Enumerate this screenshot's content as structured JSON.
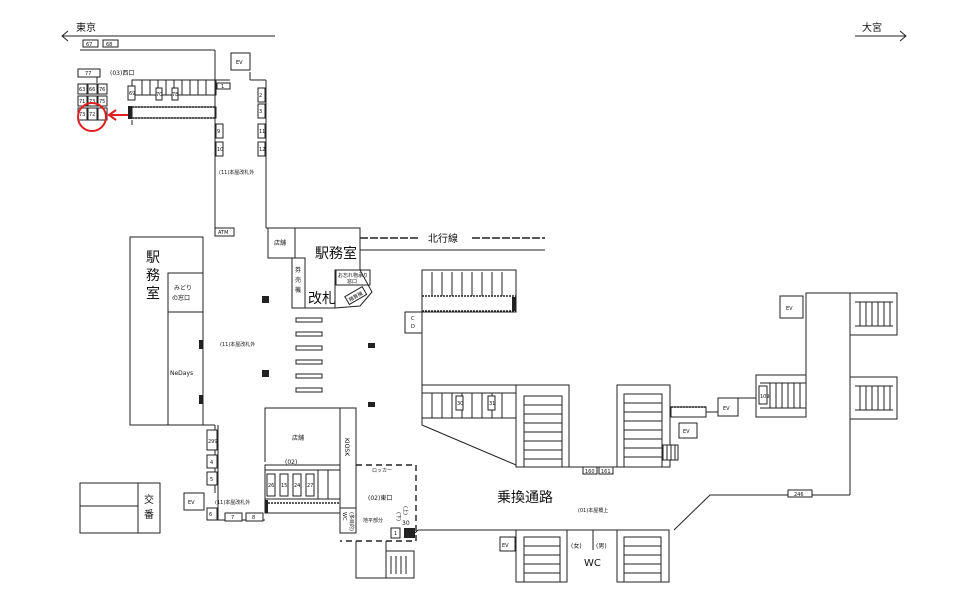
{
  "directions": {
    "left": "東京",
    "right": "大宮"
  },
  "rooms": {
    "station_office_west": "駅\n務\n室",
    "station_office_west_chars": [
      "駅",
      "務",
      "室"
    ],
    "midori_1": "みどり",
    "midori_2": "の窓口",
    "newdays": "NeDays",
    "shop_north": "店舗",
    "station_office_center": "駅務室",
    "ticket_machine_chars": [
      "券",
      "売",
      "機"
    ],
    "ticket_gate": "改札",
    "lost_found_1": "お忘れ物承り",
    "lost_found_2": "窓口",
    "fare_adjust": "精算機",
    "northbound_line": "北行線",
    "cd": [
      "C",
      "D"
    ],
    "shop_south": "店舗",
    "kiosk": "KIOSK",
    "locker": "ロッカー",
    "east_exit": "(02)東口",
    "east_exit_stair": "(02)",
    "west_exit": "(03)西口",
    "ground_level": "地平部分",
    "up": "(上)",
    "down": "(下)",
    "koban_chars": [
      "交",
      "番"
    ],
    "transfer_passage": "乗換通路",
    "bridge_label": "(01)本屋橋上",
    "wc": "WC",
    "wc_women": "(女)",
    "wc_men": "(男)",
    "wc_small": "WC",
    "multi_toilet": "(多目的)",
    "atm": "ATM",
    "outside_gate_1": "(11)本屋改札外",
    "outside_gate_2": "(11)本屋改札外",
    "outside_gate_3": "(11)本屋改札外",
    "ev": "EV"
  },
  "highlight": {
    "color": "#e02020",
    "description_marker": "red-circle"
  },
  "numbers": {
    "top": [
      "67",
      "68"
    ],
    "west_grid": [
      "77",
      "63",
      "66",
      "76",
      "71",
      "73",
      "75",
      "73",
      "72"
    ],
    "west_stair": [
      "69",
      "70",
      "78"
    ],
    "corridor": [
      "1",
      "2",
      "3",
      "9",
      "10",
      "11",
      "12"
    ],
    "escalator_mid": [
      "30",
      "31"
    ],
    "gates_south": [
      "160",
      "161"
    ],
    "platform": [
      "109",
      "246"
    ],
    "south": [
      "299",
      "4",
      "5",
      "6",
      "7",
      "8"
    ],
    "stair_02": [
      "26",
      "15",
      "24",
      "27"
    ],
    "east": [
      "30",
      "1"
    ]
  }
}
